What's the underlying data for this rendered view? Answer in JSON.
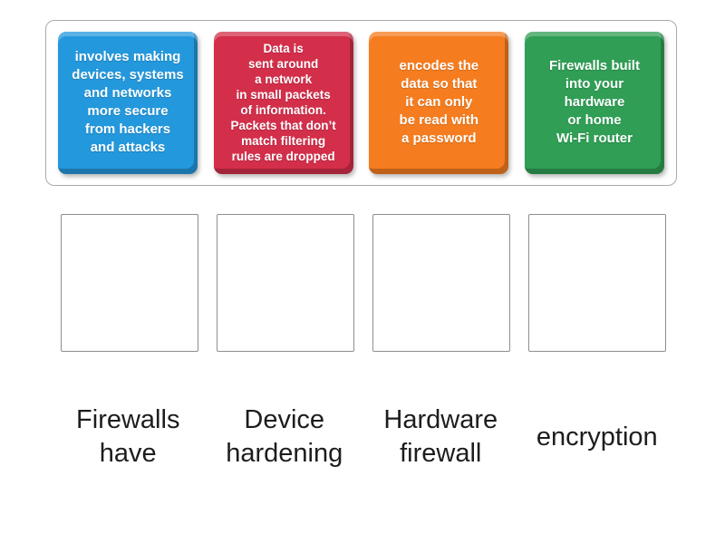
{
  "activity": {
    "type": "match-up"
  },
  "colors": {
    "card_blue": "#2498dc",
    "card_red": "#d32f4a",
    "card_orange": "#f57d1f",
    "card_green": "#309e55",
    "tray_border": "#aaaaaa",
    "zone_border": "#8e8e8e",
    "answer_text": "#1d1d1d"
  },
  "cards": [
    {
      "name": "device-hardening-definition",
      "color": "#2498dc",
      "text": "involves making\ndevices, systems\nand networks\nmore secure\nfrom hackers\nand attacks"
    },
    {
      "name": "firewalls-have-definition",
      "color": "#d32f4a",
      "text": "Data is\nsent around\na network\nin small packets\nof information.\nPackets that don’t\nmatch filtering\nrules are dropped"
    },
    {
      "name": "encryption-definition",
      "color": "#f57d1f",
      "text": "encodes the\ndata so that\nit can only\nbe read with\na password"
    },
    {
      "name": "hardware-firewall-definition",
      "color": "#309e55",
      "text": "Firewalls built\ninto your\nhardware\nor home\nWi-Fi router"
    }
  ],
  "drop_zones": [
    {
      "name": "drop-zone-1"
    },
    {
      "name": "drop-zone-2"
    },
    {
      "name": "drop-zone-3"
    },
    {
      "name": "drop-zone-4"
    }
  ],
  "answers": [
    {
      "label": "Firewalls\nhave"
    },
    {
      "label": "Device\nhardening"
    },
    {
      "label": "Hardware\nfirewall"
    },
    {
      "label": "encryption"
    }
  ]
}
